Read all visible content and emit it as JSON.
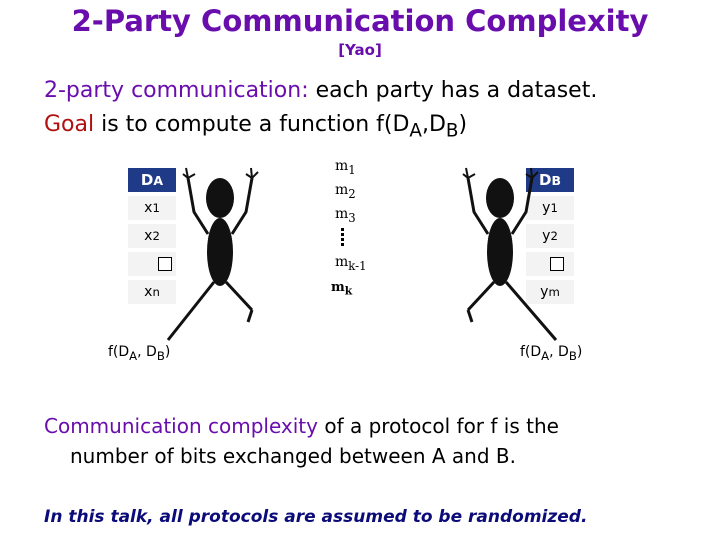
{
  "title": "2-Party Communication Complexity",
  "citation": "[Yao]",
  "intro": {
    "term": "2-party communication:",
    "rest": " each party has a dataset."
  },
  "goal": {
    "label": "Goal",
    "text": " is to compute a function  f(D",
    "sub_a": "A",
    "comma": ",D",
    "sub_b": "B",
    "close": ")"
  },
  "party_a": {
    "header": "D",
    "header_sub": "A",
    "rows": [
      {
        "v": "x",
        "s": "1"
      },
      {
        "v": "x",
        "s": "2"
      },
      {
        "v": "x",
        "s": "n"
      }
    ],
    "output": {
      "t1": "f(D",
      "s1": "A",
      "t2": ", D",
      "s2": "B",
      "t3": ")"
    }
  },
  "party_b": {
    "header": "D",
    "header_sub": "B",
    "rows": [
      {
        "v": "y",
        "s": "1"
      },
      {
        "v": "y",
        "s": "2"
      },
      {
        "v": "y",
        "s": "m"
      }
    ],
    "output": {
      "t1": "f(D",
      "s1": "A",
      "t2": ", D",
      "s2": "B",
      "t3": ")"
    }
  },
  "messages": [
    {
      "v": "m",
      "s": "1"
    },
    {
      "v": "m",
      "s": "2"
    },
    {
      "v": "m",
      "s": "3"
    },
    {
      "v": "m",
      "s": "k-1"
    },
    {
      "v": "m",
      "s": "k"
    }
  ],
  "complexity": {
    "term": "Communication complexity",
    "rest": " of a protocol for f is the",
    "line2": "number of bits exchanged between A and B."
  },
  "footer": "In this talk, all protocols are assumed to be randomized.",
  "colors": {
    "title": "#6a0dad",
    "goal": "#b01010",
    "footer": "#0b0b7a",
    "table_header": "#1f3a86",
    "table_row": "#f3f3f3",
    "figure": "#111111"
  }
}
